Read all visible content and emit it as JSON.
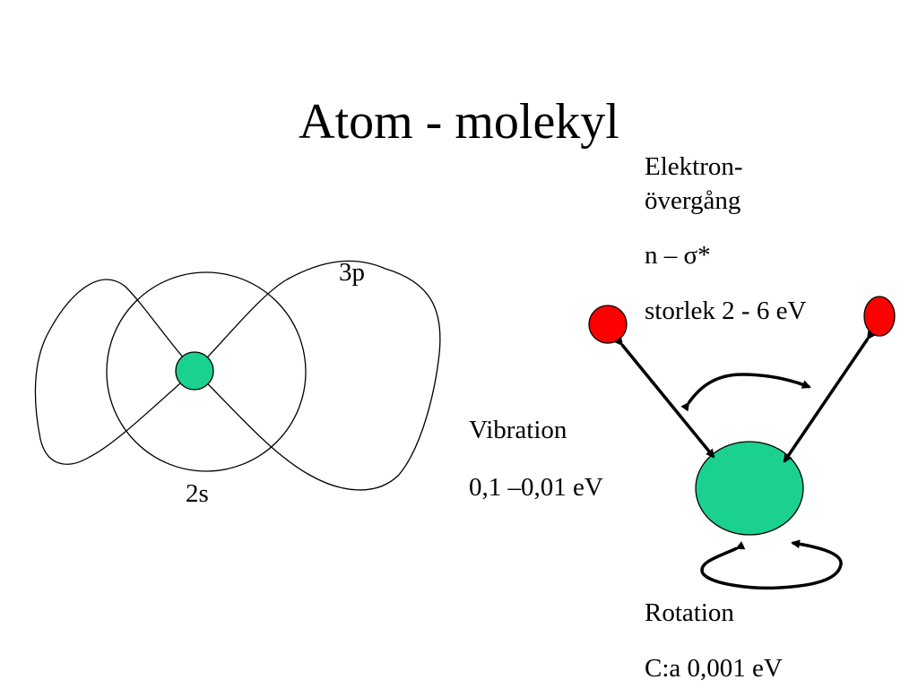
{
  "title": "Atom - molekyl",
  "atom": {
    "label_3p": "3p",
    "label_2s": "2s",
    "nucleus_color": "#1bd18f"
  },
  "electronic": {
    "line1": "Elektron-",
    "line2": "övergång",
    "transition": "n – σ*",
    "size": "storlek 2 - 6 eV"
  },
  "vibration": {
    "label": "Vibration",
    "energy": "0,1 –0,01 eV"
  },
  "rotation": {
    "label": "Rotation",
    "energy": "C:a  0,001 eV"
  },
  "colors": {
    "small_atom": "#ff0000",
    "large_atom": "#1bd18f"
  }
}
